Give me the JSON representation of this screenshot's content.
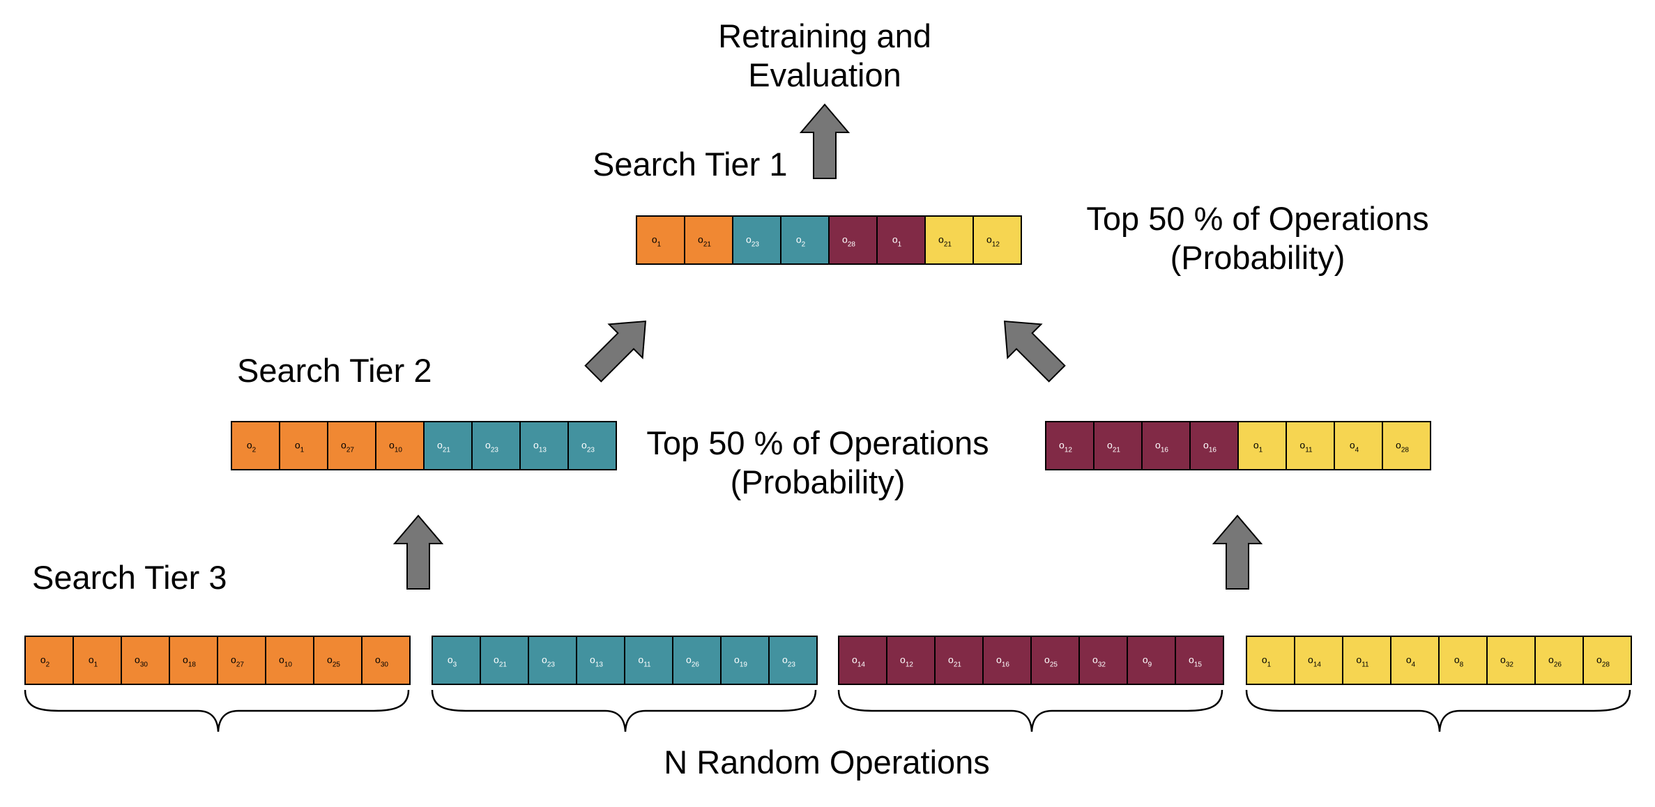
{
  "colors": {
    "orange": "#f08833",
    "teal": "#43929f",
    "maroon": "#812a46",
    "yellow": "#f6d551",
    "arrow": "#777777"
  },
  "labels": {
    "retraining_line1": "Retraining and",
    "retraining_line2": "Evaluation",
    "tier1": "Search Tier 1",
    "tier2": "Search Tier 2",
    "tier3": "Search Tier 3",
    "top50_right_line1": "Top 50 % of Operations",
    "top50_right_line2": "(Probability)",
    "top50_mid_line1": "Top 50 % of Operations",
    "top50_mid_line2": "(Probability)",
    "n_random": "N Random Operations"
  },
  "tiers": {
    "tier1": [
      {
        "color": "orange",
        "sub": "1"
      },
      {
        "color": "orange",
        "sub": "21"
      },
      {
        "color": "teal",
        "sub": "23"
      },
      {
        "color": "teal",
        "sub": "2"
      },
      {
        "color": "maroon",
        "sub": "28"
      },
      {
        "color": "maroon",
        "sub": "1"
      },
      {
        "color": "yellow",
        "sub": "21"
      },
      {
        "color": "yellow",
        "sub": "12"
      }
    ],
    "tier2_left": [
      {
        "color": "orange",
        "sub": "2"
      },
      {
        "color": "orange",
        "sub": "1"
      },
      {
        "color": "orange",
        "sub": "27"
      },
      {
        "color": "orange",
        "sub": "10"
      },
      {
        "color": "teal",
        "sub": "21"
      },
      {
        "color": "teal",
        "sub": "23"
      },
      {
        "color": "teal",
        "sub": "13"
      },
      {
        "color": "teal",
        "sub": "23"
      }
    ],
    "tier2_right": [
      {
        "color": "maroon",
        "sub": "12"
      },
      {
        "color": "maroon",
        "sub": "21"
      },
      {
        "color": "maroon",
        "sub": "16"
      },
      {
        "color": "maroon",
        "sub": "16"
      },
      {
        "color": "yellow",
        "sub": "1"
      },
      {
        "color": "yellow",
        "sub": "11"
      },
      {
        "color": "yellow",
        "sub": "4"
      },
      {
        "color": "yellow",
        "sub": "28"
      }
    ],
    "tier3_orange": [
      {
        "color": "orange",
        "sub": "2"
      },
      {
        "color": "orange",
        "sub": "1"
      },
      {
        "color": "orange",
        "sub": "30"
      },
      {
        "color": "orange",
        "sub": "18"
      },
      {
        "color": "orange",
        "sub": "27"
      },
      {
        "color": "orange",
        "sub": "10"
      },
      {
        "color": "orange",
        "sub": "25"
      },
      {
        "color": "orange",
        "sub": "30"
      }
    ],
    "tier3_teal": [
      {
        "color": "teal",
        "sub": "3"
      },
      {
        "color": "teal",
        "sub": "21"
      },
      {
        "color": "teal",
        "sub": "23"
      },
      {
        "color": "teal",
        "sub": "13"
      },
      {
        "color": "teal",
        "sub": "11"
      },
      {
        "color": "teal",
        "sub": "26"
      },
      {
        "color": "teal",
        "sub": "19"
      },
      {
        "color": "teal",
        "sub": "23"
      }
    ],
    "tier3_maroon": [
      {
        "color": "maroon",
        "sub": "14"
      },
      {
        "color": "maroon",
        "sub": "12"
      },
      {
        "color": "maroon",
        "sub": "21"
      },
      {
        "color": "maroon",
        "sub": "16"
      },
      {
        "color": "maroon",
        "sub": "25"
      },
      {
        "color": "maroon",
        "sub": "32"
      },
      {
        "color": "maroon",
        "sub": "9"
      },
      {
        "color": "maroon",
        "sub": "15"
      }
    ],
    "tier3_yellow": [
      {
        "color": "yellow",
        "sub": "1"
      },
      {
        "color": "yellow",
        "sub": "14"
      },
      {
        "color": "yellow",
        "sub": "11"
      },
      {
        "color": "yellow",
        "sub": "4"
      },
      {
        "color": "yellow",
        "sub": "8"
      },
      {
        "color": "yellow",
        "sub": "32"
      },
      {
        "color": "yellow",
        "sub": "26"
      },
      {
        "color": "yellow",
        "sub": "28"
      }
    ]
  }
}
